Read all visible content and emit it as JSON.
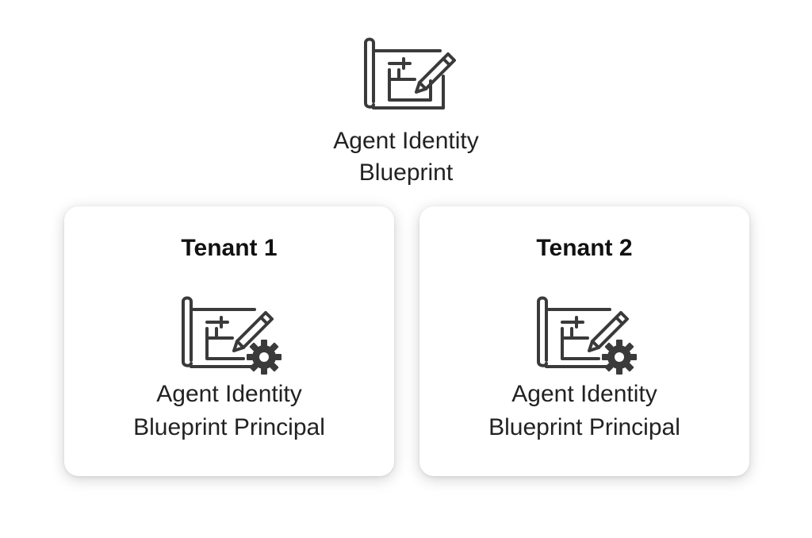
{
  "blueprint": {
    "icon": "blueprint-pencil-icon",
    "label_line1": "Agent Identity",
    "label_line2": "Blueprint"
  },
  "tenants": [
    {
      "title": "Tenant 1",
      "icon": "blueprint-pencil-gear-icon",
      "label_line1": "Agent Identity",
      "label_line2": "Blueprint Principal"
    },
    {
      "title": "Tenant 2",
      "icon": "blueprint-pencil-gear-icon",
      "label_line1": "Agent Identity",
      "label_line2": "Blueprint Principal"
    }
  ],
  "colors": {
    "icon_stroke": "#3a3a3a",
    "text": "#222222",
    "card_background": "#ffffff"
  }
}
